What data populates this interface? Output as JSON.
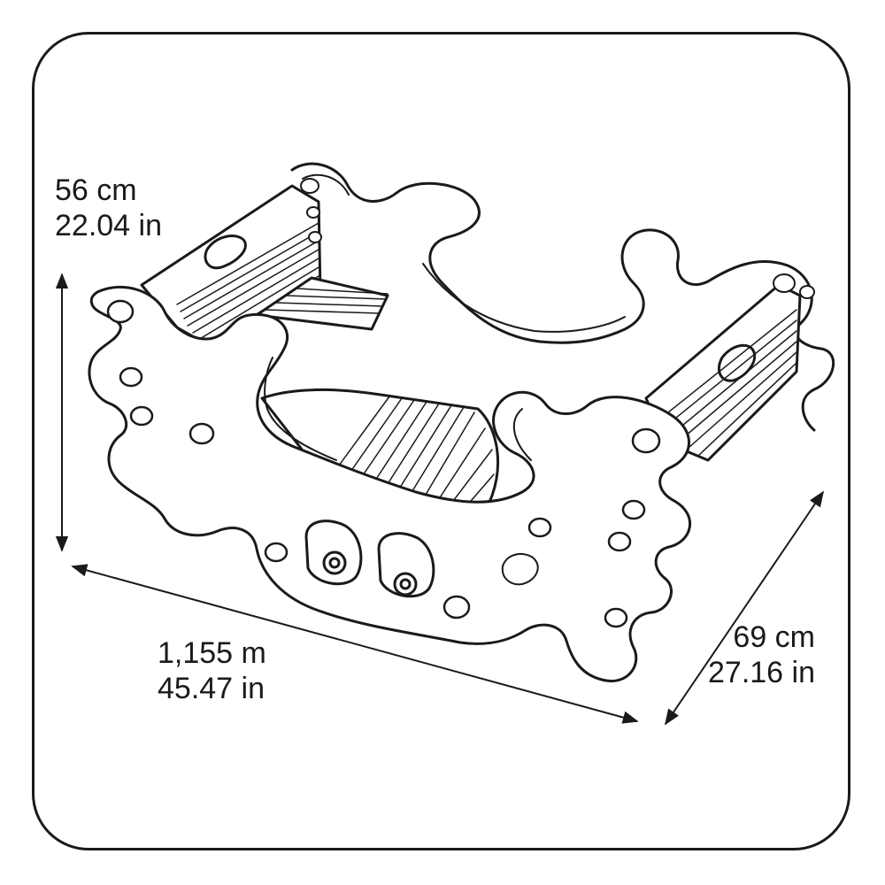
{
  "dimensions": {
    "height": {
      "metric": "56 cm",
      "imperial": "22.04 in"
    },
    "length": {
      "metric": "1,155 m",
      "imperial": "45.47 in"
    },
    "depth": {
      "metric": "69 cm",
      "imperial": "27.16 in"
    }
  },
  "colors": {
    "stroke": "#1a1a1a",
    "fill": "#ffffff"
  }
}
